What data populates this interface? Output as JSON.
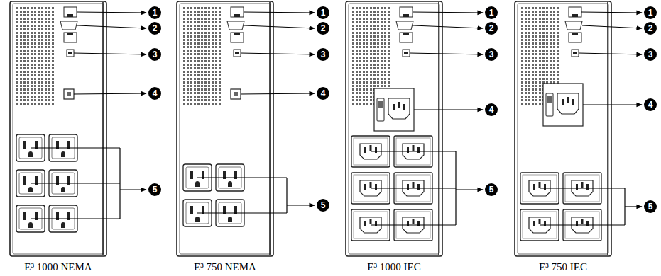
{
  "diagram": {
    "labels": [
      "1",
      "2",
      "3",
      "4",
      "5",
      "E³ 1000 NEMA",
      "1",
      "2",
      "3",
      "4",
      "5",
      "E³ 750 NEMA",
      "1",
      "2",
      "3",
      "4",
      "5",
      "E³ 1000 IEC",
      "1",
      "2",
      "3",
      "4",
      "5",
      "E³ 750 IEC"
    ]
  }
}
